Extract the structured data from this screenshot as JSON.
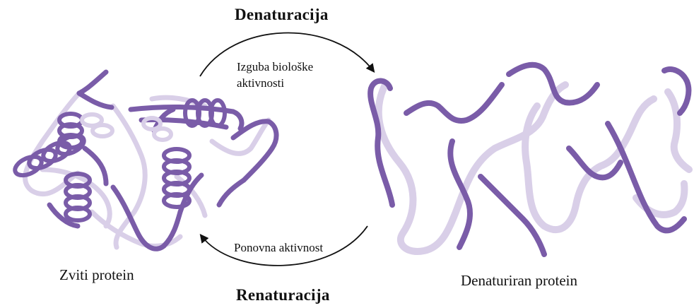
{
  "top_process": {
    "title": "Denaturacija",
    "caption_line1": "Izguba biološke",
    "caption_line2": "aktivnosti"
  },
  "bottom_process": {
    "title": "Renaturacija",
    "caption": "Ponovna aktivnost"
  },
  "folded": {
    "label": "Zviti protein"
  },
  "unfolded": {
    "label": "Denaturiran protein"
  },
  "colors": {
    "ribbon_dark": "#7a5ca8",
    "ribbon_light": "#d9cfe8",
    "arrow": "#111111",
    "text": "#111111"
  }
}
